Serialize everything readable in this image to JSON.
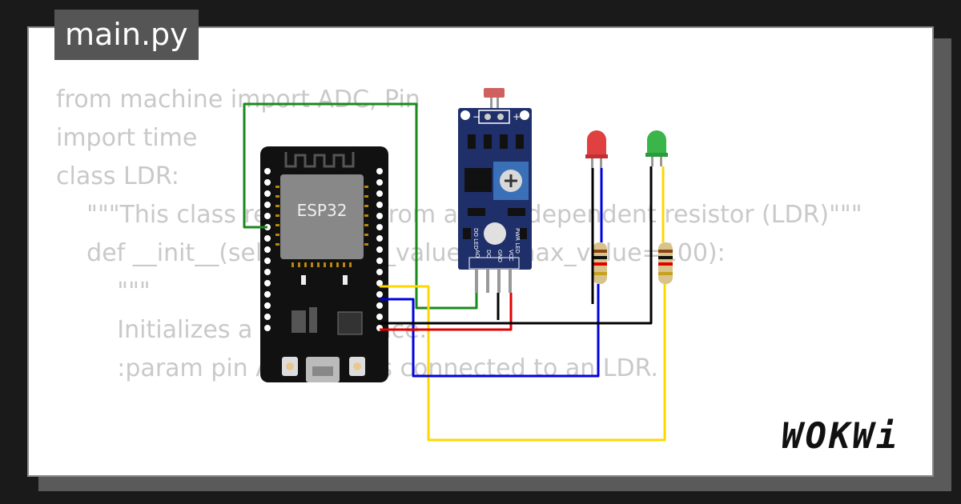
{
  "editor": {
    "filename": "main.py",
    "code_lines": [
      "from machine import ADC, Pin",
      "import time",
      "",
      "",
      "class LDR:",
      "    \"\"\"This class reads data from a light dependent resistor (LDR)\"\"\"",
      "",
      "    def __init__(self, pin, min_value=0, max_value=100):",
      "        \"\"\"",
      "        Initializes a new instance.",
      "        :param pin A pin that's connected to an LDR."
    ]
  },
  "circuit": {
    "board": {
      "label": "ESP32"
    },
    "sensor": {
      "pin_labels": [
        "AO",
        "DO",
        "GND",
        "VCC"
      ],
      "led_labels": [
        "DO LED",
        "PWR LED"
      ]
    },
    "leds": [
      {
        "color": "red"
      },
      {
        "color": "green"
      }
    ],
    "wire_colors": {
      "green": "#1a8a1a",
      "yellow": "#ffd700",
      "blue": "#0000dd",
      "red": "#e00000",
      "black": "#000000"
    }
  },
  "brand": {
    "logo": "WOKWi"
  }
}
